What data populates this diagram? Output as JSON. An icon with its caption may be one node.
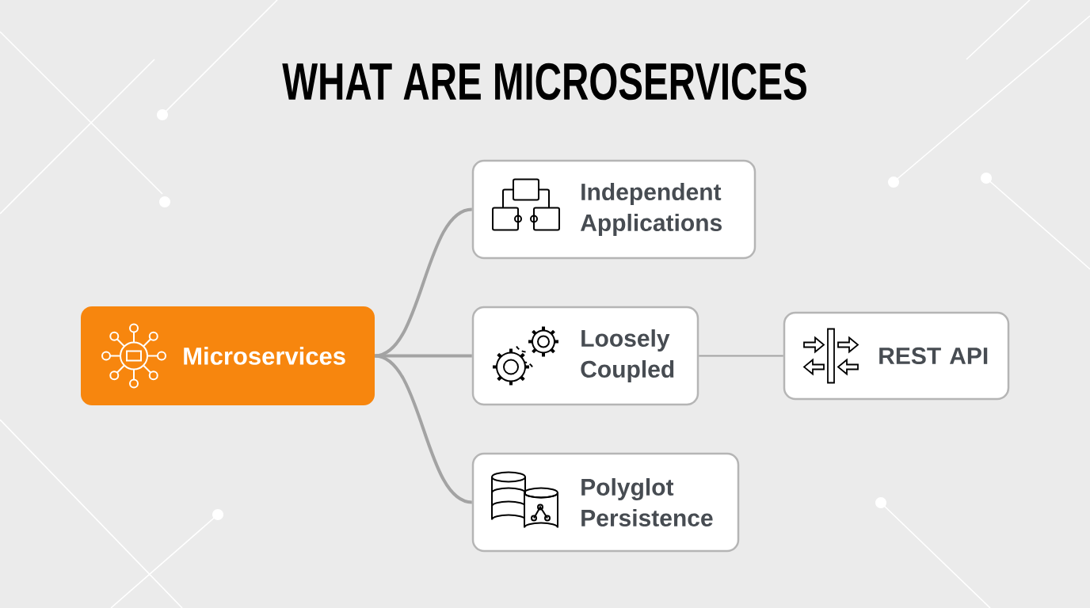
{
  "diagram": {
    "title": "WHAT ARE MICROSERVICES",
    "nodes": [
      {
        "text": [
          "Microservices"
        ]
      },
      {
        "text": [
          "Independent Applications"
        ]
      },
      {
        "text": [
          "Loosely Coupled"
        ]
      },
      {
        "text": [
          "REST API"
        ]
      },
      {
        "text": [
          "Polyglot Persistence"
        ]
      }
    ],
    "edges": [
      {
        "from": 0,
        "to": 1,
        "arrow": "none"
      },
      {
        "from": 0,
        "to": 2,
        "arrow": "none"
      },
      {
        "from": 0,
        "to": 4,
        "arrow": "none"
      },
      {
        "from": 2,
        "to": 3,
        "arrow": "none"
      }
    ]
  }
}
